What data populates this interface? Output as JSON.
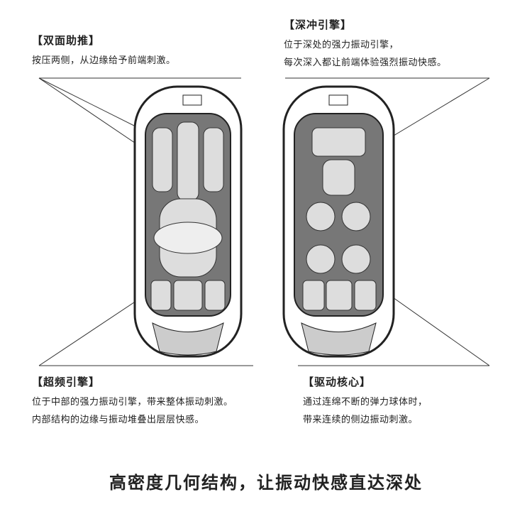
{
  "callouts": {
    "top_left": {
      "title": "【双面助推】",
      "lines": [
        "按压两侧，从边缘给予前端刺激。"
      ]
    },
    "top_right": {
      "title": "【深冲引擎】",
      "lines": [
        "位于深处的强力振动引擎，",
        "每次深入都让前端体验强烈振动快感。"
      ]
    },
    "bottom_left": {
      "title": "【超频引擎】",
      "lines": [
        "位于中部的强力振动引擎，带来整体振动刺激。",
        "内部结构的边缘与振动堆叠出层层快感。"
      ]
    },
    "bottom_right": {
      "title": "【驱动核心】",
      "lines": [
        "通过连绵不断的弹力球体时，",
        "带来连续的侧边振动刺激。"
      ]
    }
  },
  "headline": "高密度几何结构，让振动快感直达深处"
}
